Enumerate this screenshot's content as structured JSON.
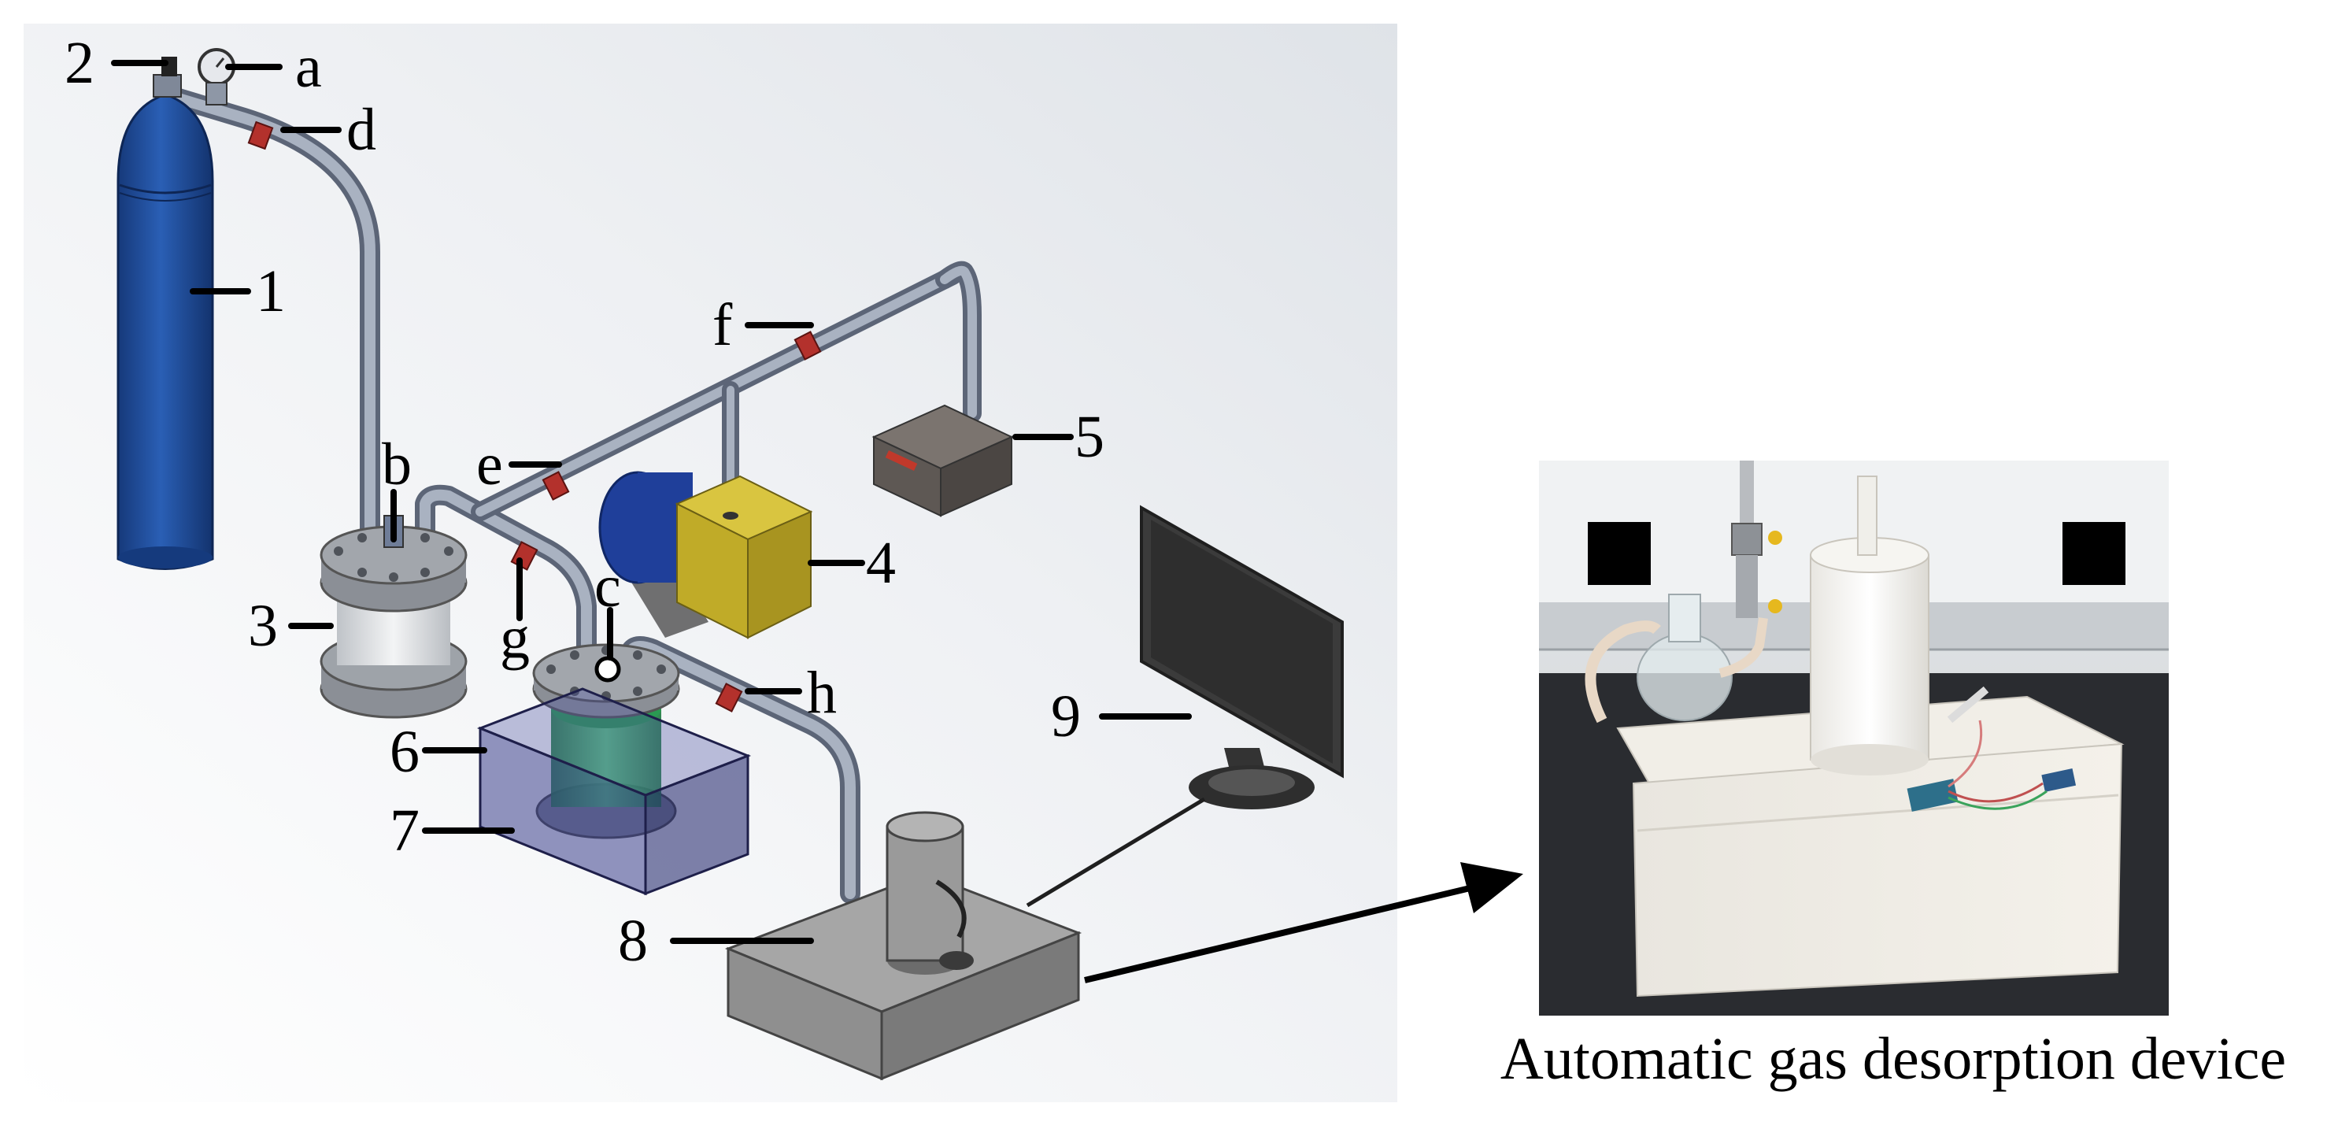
{
  "figure": {
    "caption": "Automatic gas desorption device",
    "component_labels": {
      "gas_cylinder": "1",
      "cylinder_valve": "2",
      "adsorption_tank": "3",
      "vacuum_pump": "4",
      "control_box": "5",
      "coal_sample_tank": "6",
      "water_bath": "7",
      "desorption_device": "8",
      "computer_monitor": "9"
    },
    "valve_labels": {
      "pressure_gauge": "a",
      "valve_b": "b",
      "valve_c": "c",
      "valve_d": "d",
      "valve_e": "e",
      "valve_f": "f",
      "valve_g": "g",
      "valve_h": "h"
    },
    "colors": {
      "cylinder": "#1f4f9c",
      "pipe": "#8f99ab",
      "valve": "#b3312c",
      "pump_box": "#c9b326",
      "pump_motor": "#1f3f9a",
      "water_bath": "#3a3f8c",
      "sample_liquid": "#2f9a52",
      "device_body": "#9b9b9b",
      "monitor": "#3b3b3b",
      "background_panel": "#eef0f2"
    }
  }
}
